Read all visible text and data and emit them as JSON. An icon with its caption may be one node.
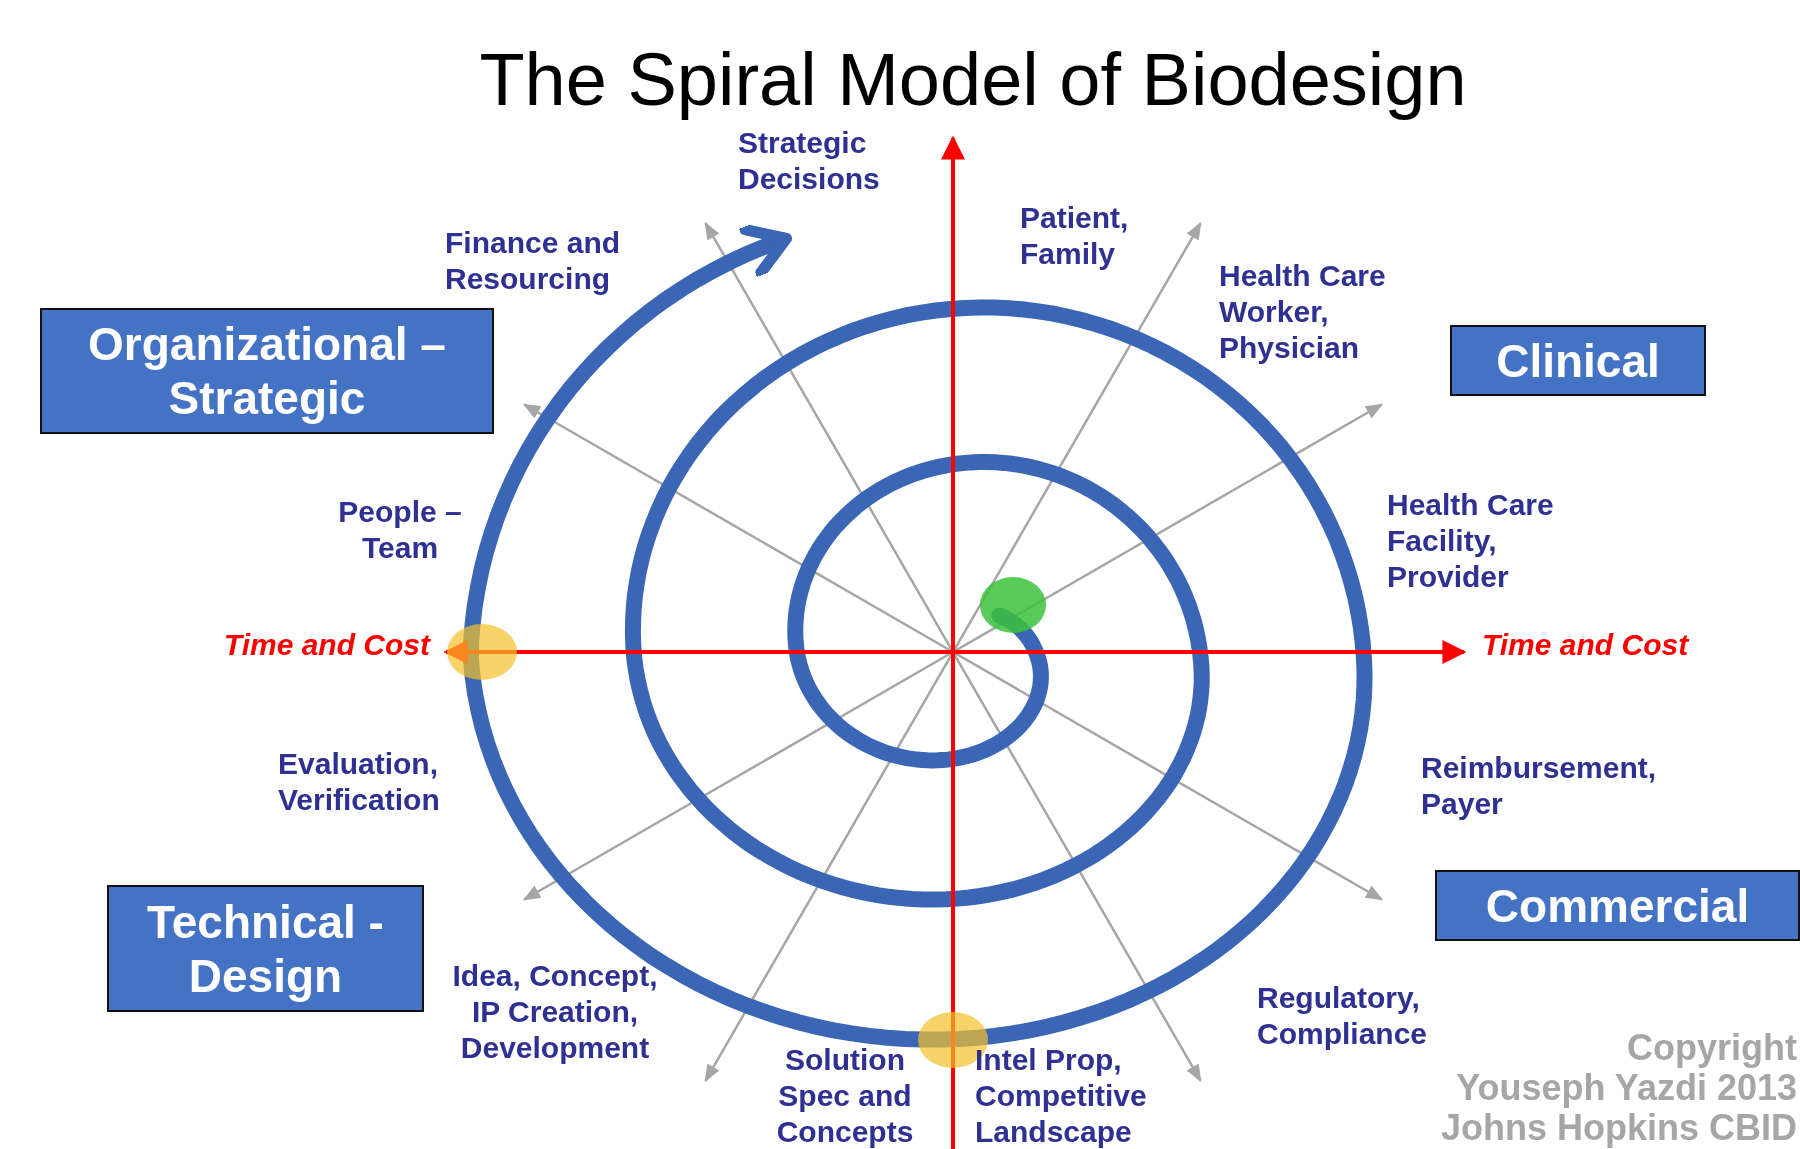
{
  "diagram": {
    "title": "The Spiral Model of Biodesign",
    "nodes": [
      {
        "text": [
          "Organizational – Strategic"
        ]
      },
      {
        "text": [
          "Clinical"
        ]
      },
      {
        "text": [
          "Commercial"
        ]
      },
      {
        "text": [
          "Technical - Design"
        ]
      }
    ],
    "edges": [],
    "labels": [
      "Strategic Decisions",
      "Patient, Family",
      "Finance and Resourcing",
      "Health Care Worker, Physician",
      "People – Team",
      "Health Care Facility, Provider",
      "Time and Cost",
      "Time and Cost",
      "Reimbursement, Payer",
      "Evaluation, Verification",
      "Regulatory, Compliance",
      "Idea, Concept, IP Creation, Development",
      "Copyright",
      "Youseph Yazdi 2013",
      "Solution Spec and Concepts",
      "Intel Prop, Competitive Landscape",
      "Johns Hopkins CBID"
    ]
  }
}
